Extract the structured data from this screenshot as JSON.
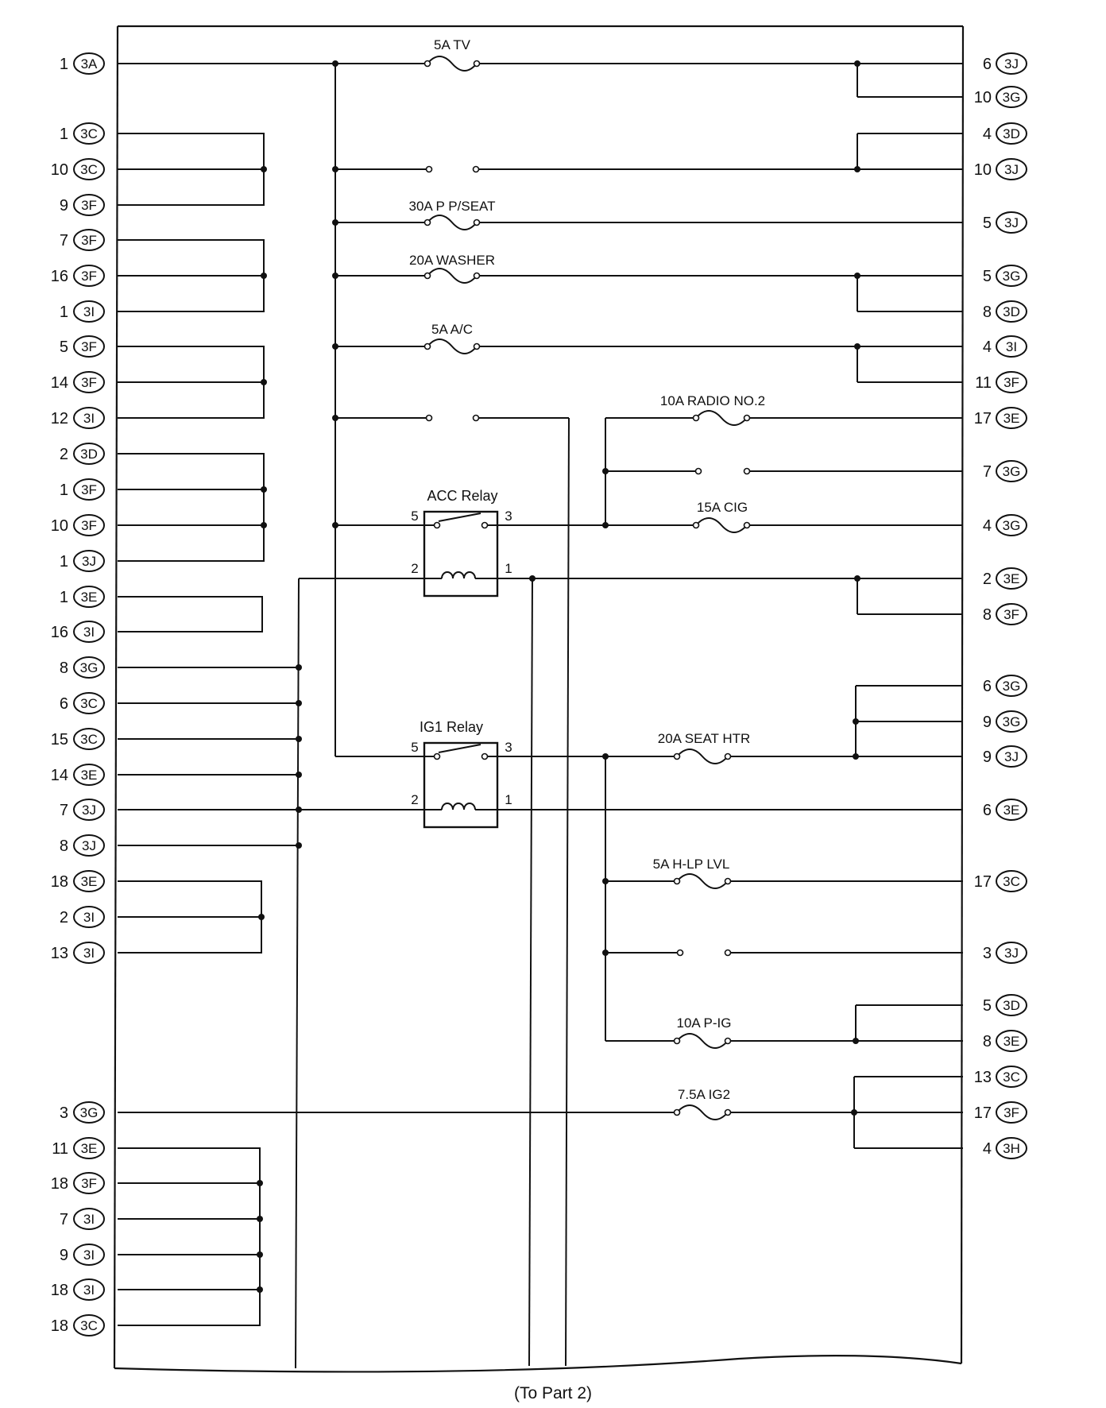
{
  "left_connectors": [
    {
      "pin": "1",
      "conn": "3A"
    },
    {
      "pin": "1",
      "conn": "3C"
    },
    {
      "pin": "10",
      "conn": "3C"
    },
    {
      "pin": "9",
      "conn": "3F"
    },
    {
      "pin": "7",
      "conn": "3F"
    },
    {
      "pin": "16",
      "conn": "3F"
    },
    {
      "pin": "1",
      "conn": "3I"
    },
    {
      "pin": "5",
      "conn": "3F"
    },
    {
      "pin": "14",
      "conn": "3F"
    },
    {
      "pin": "12",
      "conn": "3I"
    },
    {
      "pin": "2",
      "conn": "3D"
    },
    {
      "pin": "1",
      "conn": "3F"
    },
    {
      "pin": "10",
      "conn": "3F"
    },
    {
      "pin": "1",
      "conn": "3J"
    },
    {
      "pin": "1",
      "conn": "3E"
    },
    {
      "pin": "16",
      "conn": "3I"
    },
    {
      "pin": "8",
      "conn": "3G"
    },
    {
      "pin": "6",
      "conn": "3C"
    },
    {
      "pin": "15",
      "conn": "3C"
    },
    {
      "pin": "14",
      "conn": "3E"
    },
    {
      "pin": "7",
      "conn": "3J"
    },
    {
      "pin": "8",
      "conn": "3J"
    },
    {
      "pin": "18",
      "conn": "3E"
    },
    {
      "pin": "2",
      "conn": "3I"
    },
    {
      "pin": "13",
      "conn": "3I"
    },
    {
      "pin": "3",
      "conn": "3G"
    },
    {
      "pin": "11",
      "conn": "3E"
    },
    {
      "pin": "18",
      "conn": "3F"
    },
    {
      "pin": "7",
      "conn": "3I"
    },
    {
      "pin": "9",
      "conn": "3I"
    },
    {
      "pin": "18",
      "conn": "3I"
    },
    {
      "pin": "18",
      "conn": "3C"
    }
  ],
  "right_connectors": [
    {
      "pin": "6",
      "conn": "3J"
    },
    {
      "pin": "10",
      "conn": "3G"
    },
    {
      "pin": "4",
      "conn": "3D"
    },
    {
      "pin": "10",
      "conn": "3J"
    },
    {
      "pin": "5",
      "conn": "3J"
    },
    {
      "pin": "5",
      "conn": "3G"
    },
    {
      "pin": "8",
      "conn": "3D"
    },
    {
      "pin": "4",
      "conn": "3I"
    },
    {
      "pin": "11",
      "conn": "3F"
    },
    {
      "pin": "17",
      "conn": "3E"
    },
    {
      "pin": "7",
      "conn": "3G"
    },
    {
      "pin": "4",
      "conn": "3G"
    },
    {
      "pin": "2",
      "conn": "3E"
    },
    {
      "pin": "8",
      "conn": "3F"
    },
    {
      "pin": "6",
      "conn": "3G"
    },
    {
      "pin": "9",
      "conn": "3G"
    },
    {
      "pin": "9",
      "conn": "3J"
    },
    {
      "pin": "6",
      "conn": "3E"
    },
    {
      "pin": "17",
      "conn": "3C"
    },
    {
      "pin": "3",
      "conn": "3J"
    },
    {
      "pin": "5",
      "conn": "3D"
    },
    {
      "pin": "8",
      "conn": "3E"
    },
    {
      "pin": "13",
      "conn": "3C"
    },
    {
      "pin": "17",
      "conn": "3F"
    },
    {
      "pin": "4",
      "conn": "3H"
    }
  ],
  "fuses": [
    "5A TV",
    "30A P P/SEAT",
    "20A WASHER",
    "5A A/C",
    "10A RADIO NO.2",
    "15A CIG",
    "20A SEAT HTR",
    "5A H-LP LVL",
    "10A P-IG",
    "7.5A IG2"
  ],
  "relays": [
    {
      "name": "ACC Relay",
      "terminals": [
        "5",
        "3",
        "2",
        "1"
      ]
    },
    {
      "name": "IG1 Relay",
      "terminals": [
        "5",
        "3",
        "2",
        "1"
      ]
    }
  ],
  "footer": "(To Part 2)"
}
